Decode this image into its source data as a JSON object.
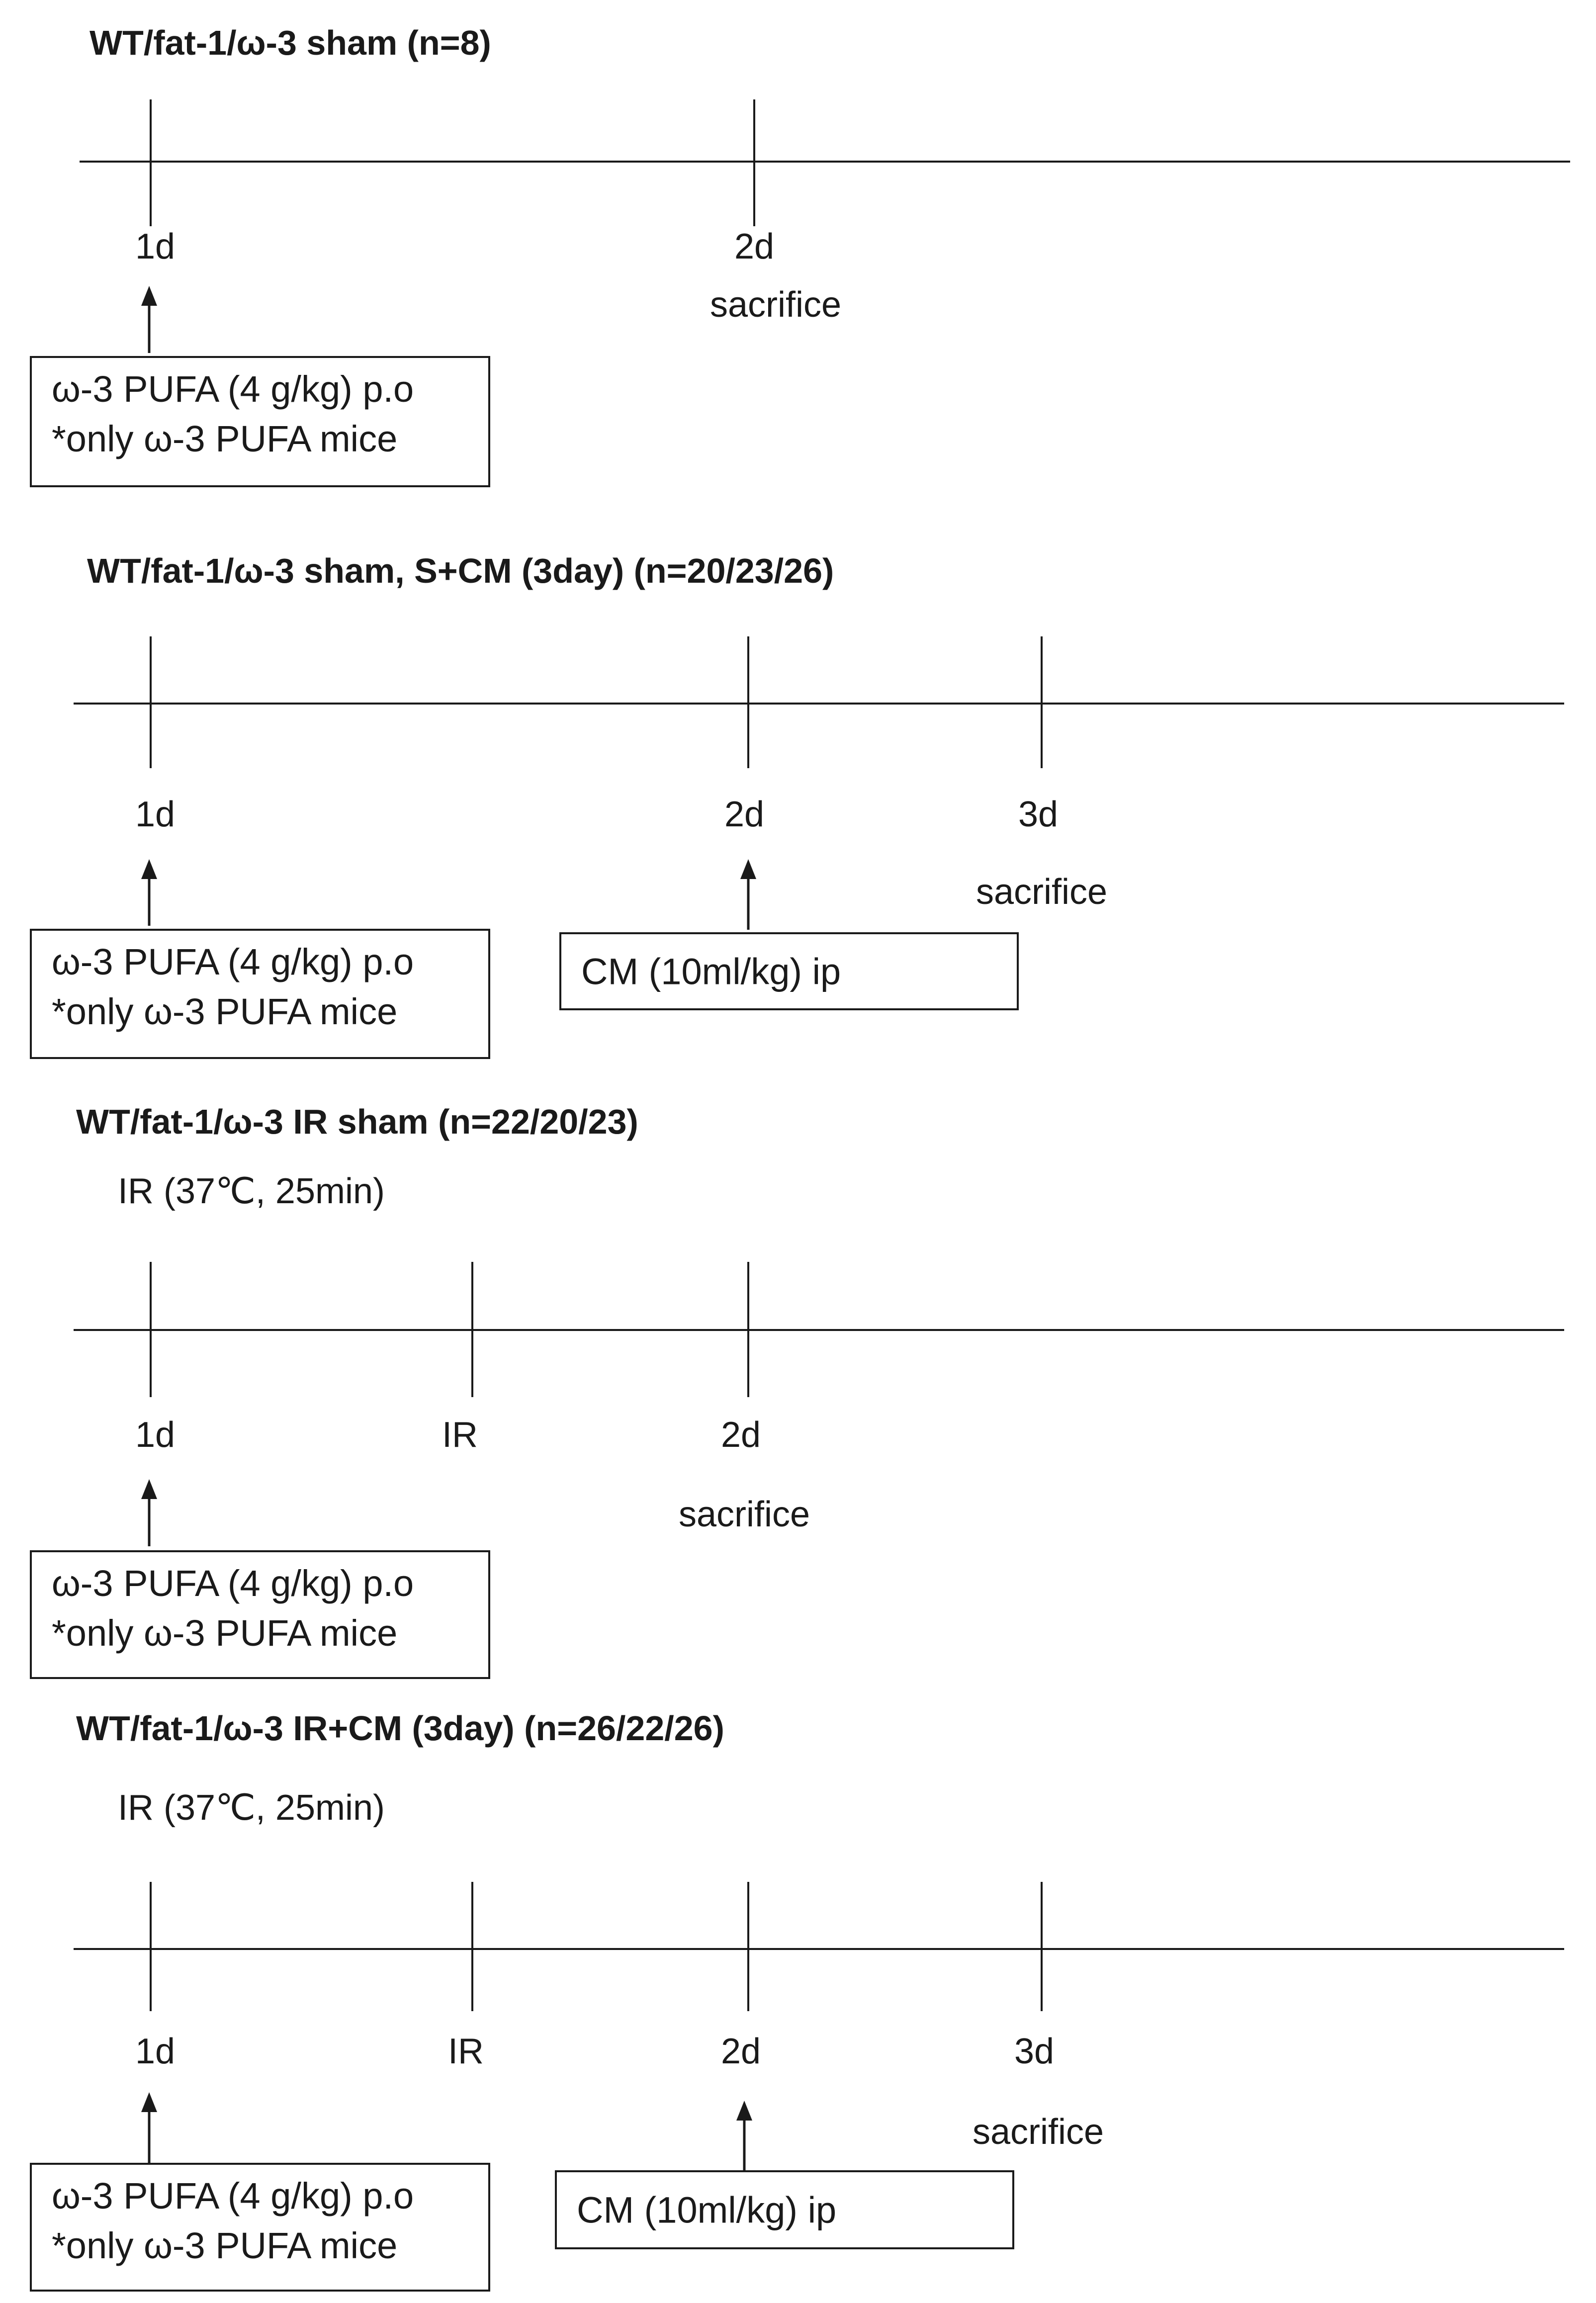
{
  "panels": [
    {
      "title": "WT/fat-1/ω-3  sham  (n=8)",
      "pre_label": "",
      "ticks": [
        "1d",
        "2d"
      ],
      "extra_labels": [
        "sacrifice"
      ],
      "boxes": [
        [
          "ω-3 PUFA (4 g/kg) p.o",
          "*only ω-3 PUFA mice"
        ]
      ]
    },
    {
      "title": "WT/fat-1/ω-3  sham, S+CM (3day)  (n=20/23/26)",
      "pre_label": "",
      "ticks": [
        "1d",
        "2d",
        "3d"
      ],
      "extra_labels": [
        "sacrifice"
      ],
      "boxes": [
        [
          "ω-3 PUFA (4 g/kg) p.o",
          "*only ω-3 PUFA mice"
        ],
        [
          "CM (10ml/kg) ip"
        ]
      ]
    },
    {
      "title": "WT/fat-1/ω-3 IR sham  (n=22/20/23)",
      "pre_label": "IR (37℃, 25min)",
      "ticks": [
        "1d",
        "IR",
        "2d"
      ],
      "extra_labels": [
        "sacrifice"
      ],
      "boxes": [
        [
          "ω-3 PUFA (4 g/kg) p.o",
          "*only ω-3 PUFA mice"
        ]
      ]
    },
    {
      "title": "WT/fat-1/ω-3 IR+CM (3day)  (n=26/22/26)",
      "pre_label": "IR (37℃, 25min)",
      "ticks": [
        "1d",
        "IR",
        "2d",
        "3d"
      ],
      "extra_labels": [
        "sacrifice"
      ],
      "boxes": [
        [
          "ω-3 PUFA (4 g/kg) p.o",
          "*only ω-3 PUFA mice"
        ],
        [
          "CM (10ml/kg) ip"
        ]
      ]
    }
  ],
  "colors": {
    "line": "#1a1a1a",
    "text": "#1a1a1a",
    "background": "#ffffff"
  }
}
